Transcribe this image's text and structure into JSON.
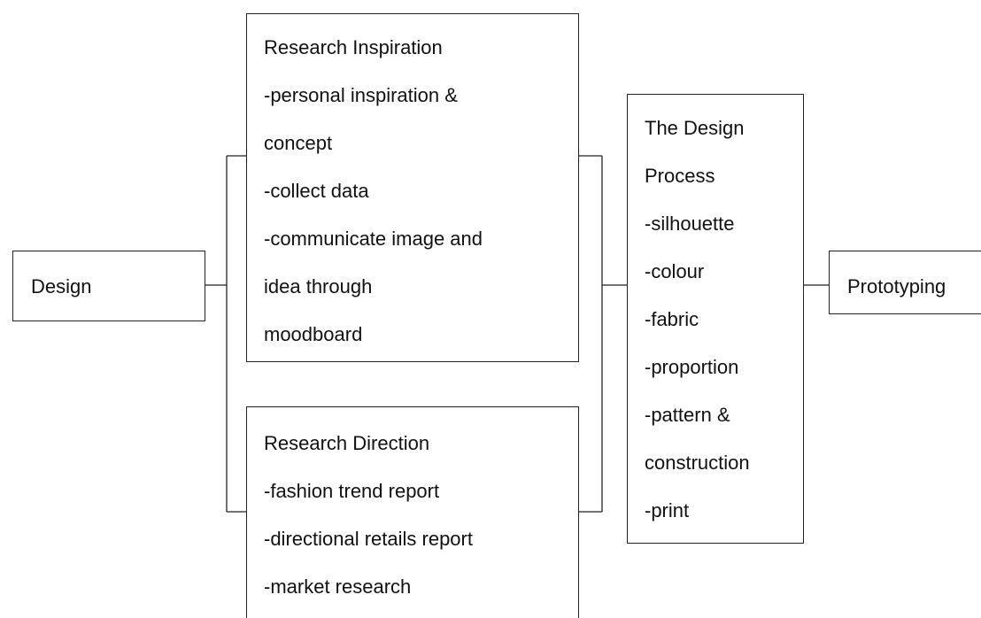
{
  "nodes": {
    "design": {
      "label": "Design"
    },
    "research_inspiration": {
      "lines": [
        "Research Inspiration",
        "-personal inspiration &",
        "concept",
        "-collect data",
        "-communicate image and",
        "idea through",
        "moodboard"
      ]
    },
    "research_direction": {
      "lines": [
        "Research Direction",
        "-fashion trend report",
        "-directional retails report",
        "-market research"
      ]
    },
    "design_process": {
      "lines": [
        "The Design",
        "Process",
        "-silhouette",
        "-colour",
        "-fabric",
        "-proportion",
        "-pattern &",
        "construction",
        "-print"
      ]
    },
    "prototyping": {
      "label": "Prototyping"
    }
  },
  "connections": [
    {
      "from": "Design",
      "to": [
        "Research Inspiration",
        "Research Direction"
      ]
    },
    {
      "from": [
        "Research Inspiration",
        "Research Direction"
      ],
      "to": "The Design Process"
    },
    {
      "from": "The Design Process",
      "to": "Prototyping"
    }
  ]
}
